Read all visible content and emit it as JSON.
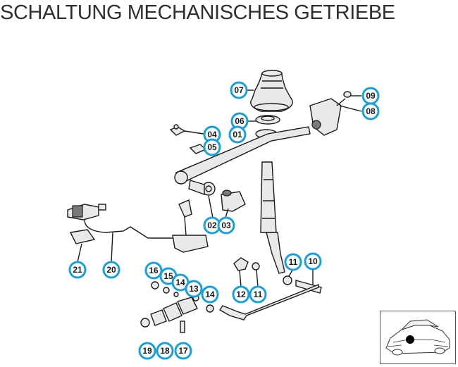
{
  "title": "SCHALTUNG MECHANISCHES GETRIEBE",
  "callouts": {
    "c07": "07",
    "c06": "06",
    "c09": "09",
    "c08": "08",
    "c04": "04",
    "c01": "01",
    "c05": "05",
    "c02": "02",
    "c03": "03",
    "c21": "21",
    "c20": "20",
    "c16": "16",
    "c15": "15",
    "c14a": "14",
    "c13": "13",
    "c14b": "14",
    "c11a": "11",
    "c10": "10",
    "c12": "12",
    "c11b": "11",
    "c19": "19",
    "c18": "18",
    "c17": "17"
  },
  "colors": {
    "callout_ring": "#1aa0d8",
    "title_text": "#2f2f2f",
    "thumbnail_marker": "#000000"
  },
  "thumbnail": {
    "icon": "car-location-icon"
  }
}
